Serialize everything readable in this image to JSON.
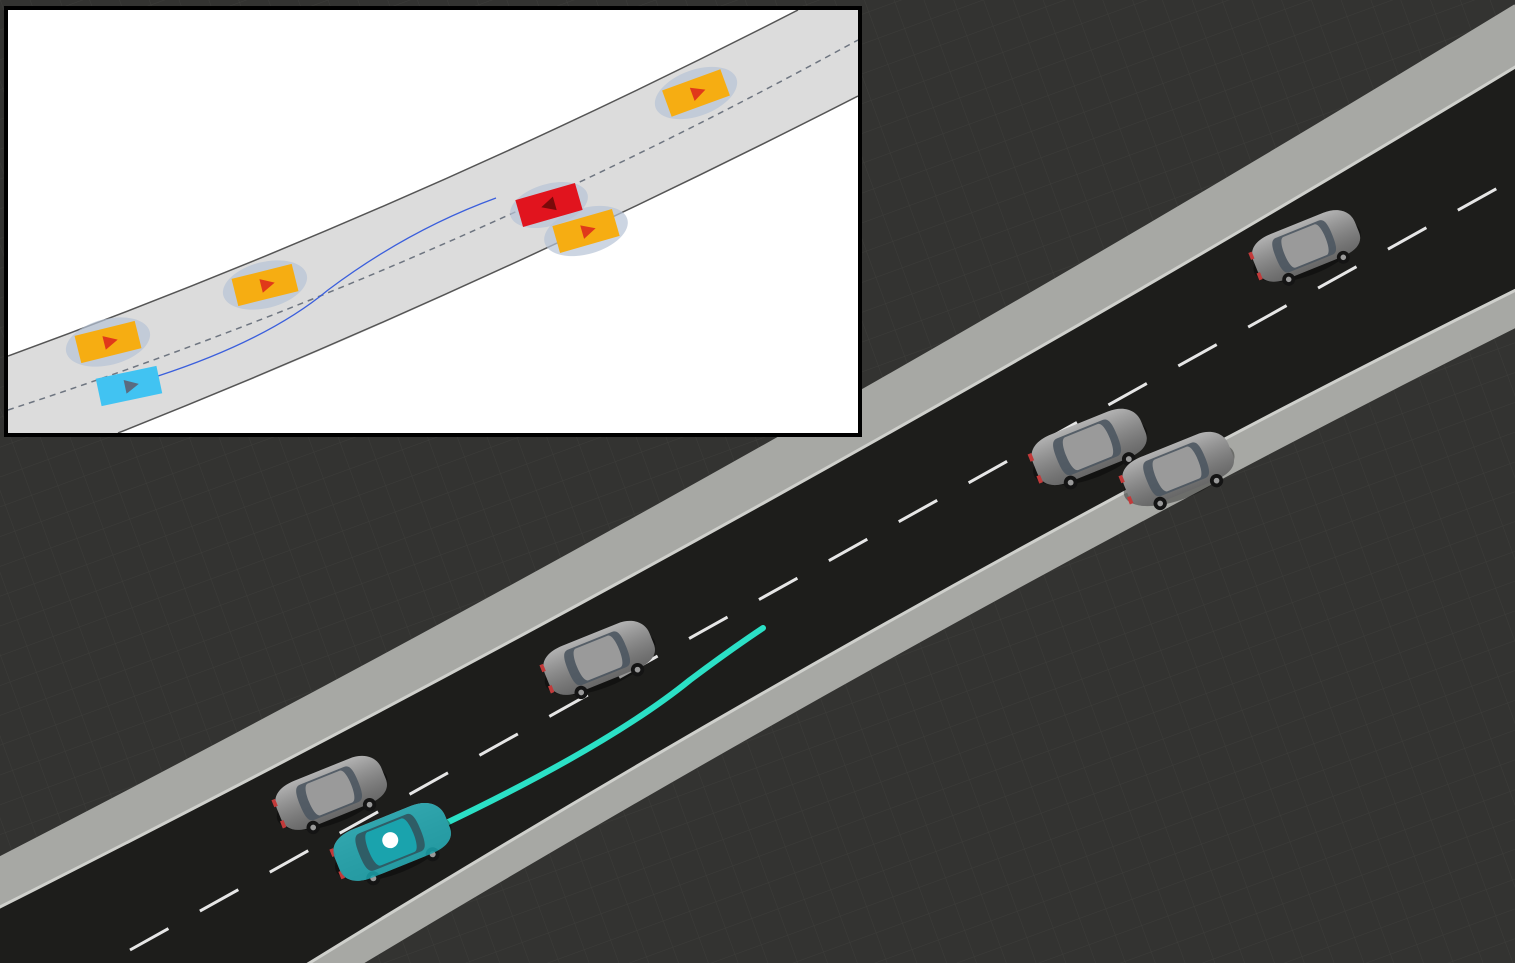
{
  "scene": {
    "background_color": "#333331",
    "grid_color": "#3e3e3b",
    "road_surface_color": "#1d1d1b",
    "shoulder_color": "#a6a7a3",
    "lane_marking_color": "#e6e6e6",
    "ego_vehicle": {
      "label": "ego-vehicle",
      "color": "#1aa3ad",
      "lane": "right"
    },
    "planned_path_color": "#2be0c6",
    "traffic_vehicles": [
      {
        "label": "traffic-car",
        "lane": "left",
        "color": "#8a8a8a"
      },
      {
        "label": "traffic-car",
        "lane": "left",
        "color": "#8a8a8a"
      },
      {
        "label": "traffic-car",
        "lane": "left",
        "color": "#8a8a8a"
      },
      {
        "label": "traffic-car",
        "lane": "right",
        "color": "#8a8a8a"
      },
      {
        "label": "traffic-car",
        "lane": "left",
        "color": "#8a8a8a"
      }
    ]
  },
  "minimap": {
    "background_color": "#ffffff",
    "road_color": "#dcdcdc",
    "road_edge_color": "#555555",
    "center_line_color": "#6e7580",
    "ego": {
      "color": "#41c3f2",
      "arrow_color": "#5a6b80"
    },
    "lead_target": {
      "color": "#e1141e",
      "arrow_color": "#7a0a0a"
    },
    "tracked_vehicles": [
      {
        "color": "#f6ad12",
        "arrow_color": "#e0391a"
      },
      {
        "color": "#f6ad12",
        "arrow_color": "#e0391a"
      },
      {
        "color": "#f6ad12",
        "arrow_color": "#e0391a"
      },
      {
        "color": "#f6ad12",
        "arrow_color": "#e0391a"
      }
    ],
    "uncertainty_ellipse_color": "#b7c3d6",
    "path_color": "#3b5fdc"
  }
}
